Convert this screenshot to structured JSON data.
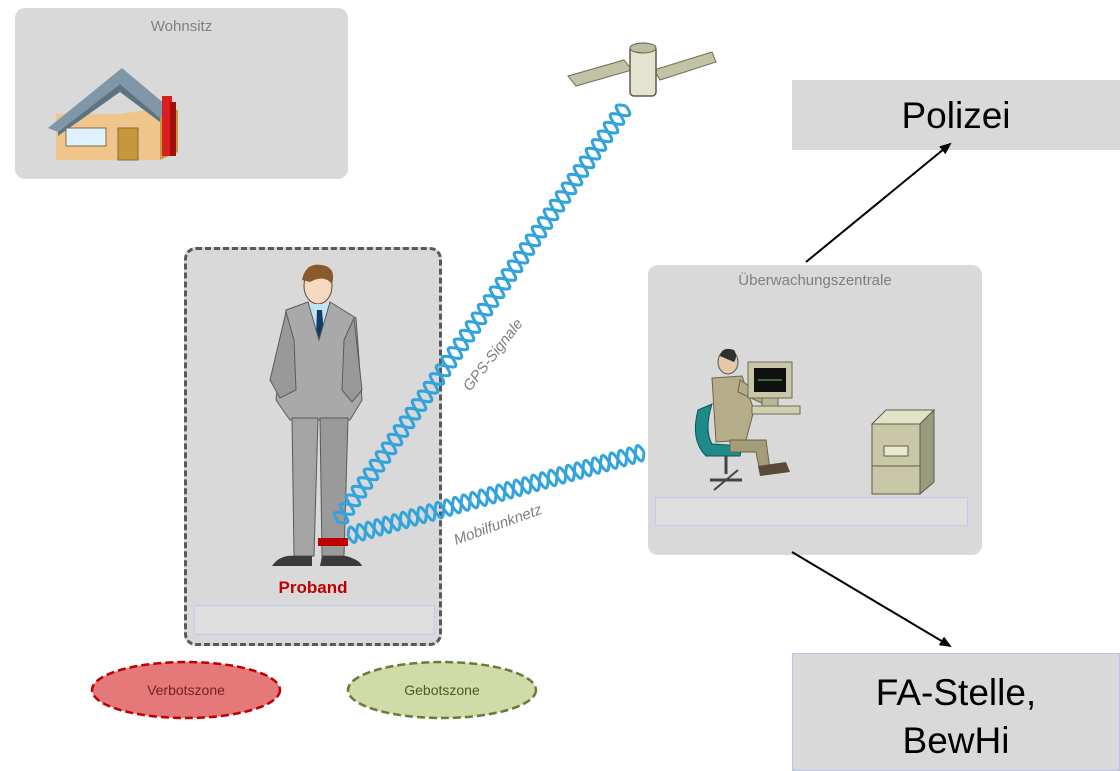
{
  "wohnsitz": {
    "label": "Wohnsitz"
  },
  "zentrale": {
    "label": "Überwachungszentrale"
  },
  "proband": {
    "label": "Proband"
  },
  "polizei": {
    "label": "Polizei"
  },
  "fa_stelle": {
    "line1": "FA-Stelle,",
    "line2": "BewHi"
  },
  "signals": {
    "gps": "GPS-Signale",
    "mobil": "Mobilfunknetz"
  },
  "zones": {
    "verbot": "Verbotszone",
    "gebot": "Gebotszone"
  },
  "colors": {
    "signal": "#33a3dc",
    "proband_label": "#c00000",
    "verbot_fill": "#e57878",
    "verbot_stroke": "#c00000",
    "gebot_fill": "#cfdca8",
    "gebot_stroke": "#6b7a3a"
  },
  "icons": [
    "house-icon",
    "satellite-icon",
    "man-icon",
    "ankle-tag-icon",
    "operator-icon",
    "computer-icon",
    "file-cabinet-icon"
  ]
}
